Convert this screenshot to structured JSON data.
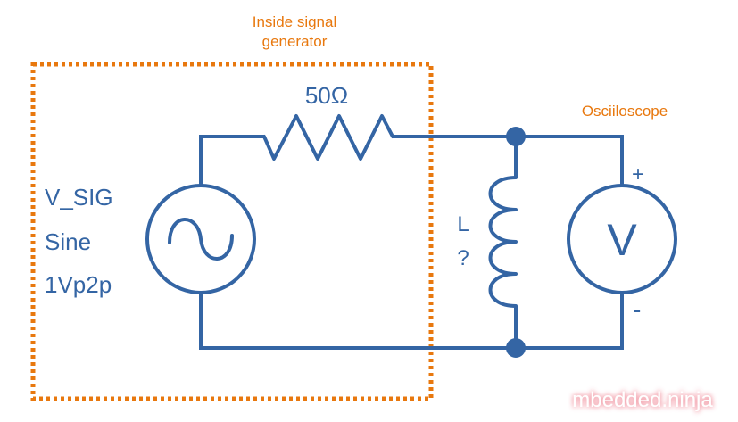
{
  "diagram": {
    "type": "circuit-schematic",
    "colors": {
      "wire": "#3465a4",
      "annotation": "#e8780e",
      "watermark_glow": "#f4a9b3"
    },
    "generator_box": {
      "label_line1": "Inside signal",
      "label_line2": "generator"
    },
    "source": {
      "name": "V_SIG",
      "waveform": "Sine",
      "amplitude": "1Vp2p",
      "icon": "ac-source-icon"
    },
    "resistor": {
      "value": "50Ω"
    },
    "inductor": {
      "name": "L",
      "value": "?"
    },
    "oscilloscope": {
      "label": "Osciiloscope",
      "meter_symbol": "V",
      "plus": "+",
      "minus": "-"
    },
    "watermark": "mbedded.ninja"
  }
}
